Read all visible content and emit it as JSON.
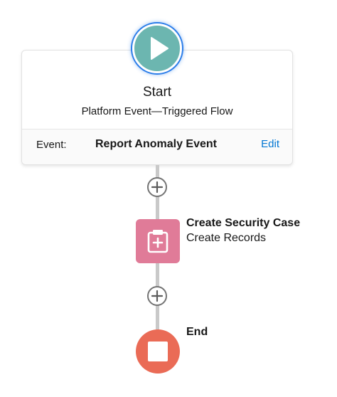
{
  "start": {
    "title": "Start",
    "subtitle": "Platform Event—Triggered Flow",
    "event_label": "Event:",
    "event_value": "Report Anomaly Event",
    "edit_label": "Edit",
    "icon": "play-icon",
    "color": "#6cb6b0"
  },
  "connectors": {
    "add_icon": "plus-icon"
  },
  "create_element": {
    "title": "Create Security Case",
    "subtitle": "Create Records",
    "icon": "clipboard-plus-icon",
    "color": "#e07b98"
  },
  "end_element": {
    "title": "End",
    "icon": "stop-icon",
    "color": "#ea6b56"
  },
  "colors": {
    "accent": "#0176d3",
    "connector": "#c9c9c9"
  }
}
